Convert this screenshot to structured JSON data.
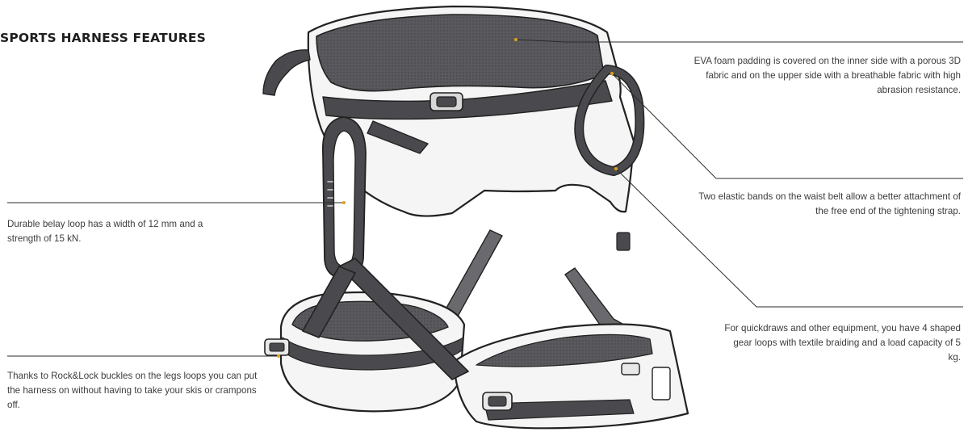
{
  "page": {
    "heading": "SPORTS HARNESS FEATURES"
  },
  "callouts": {
    "padding": "EVA foam padding is covered on the inner side with a porous 3D fabric and on the upper side with a breathable fabric with high abrasion resistance.",
    "elastic_bands": "Two elastic bands on the waist belt allow a better attachment of the free end of the tightening strap.",
    "gear_loops": "For quickdraws and other equipment, you have 4 shaped gear loops with textile braiding and a load capacity of 5 kg.",
    "belay_loop": "Durable belay loop has a width of 12 mm and a strength of 15 kN.",
    "buckles": "Thanks to Rock&Lock buckles on the legs loops you can put the harness on without having to take your skis or crampons off."
  },
  "colors": {
    "webbing": "#4a4a4e",
    "padding": "#58585c",
    "shell": "#f4f4f4",
    "outline": "#222222",
    "marker": "#e0a21c",
    "leader": "#2b2b2b"
  }
}
